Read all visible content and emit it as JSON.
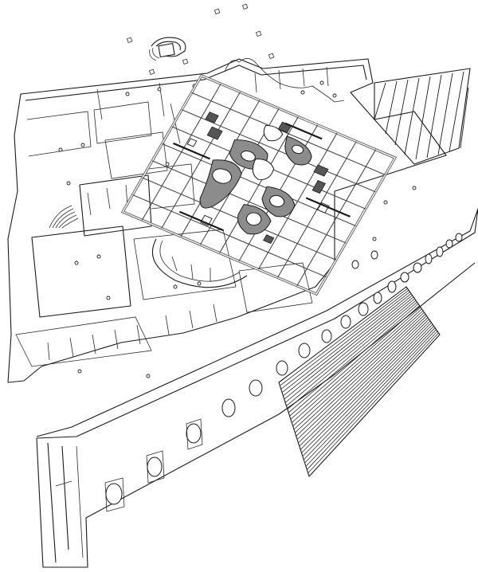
{
  "diagram": {
    "background": "#ffffff",
    "line_color": "#1a1a1a",
    "fill_color": "#8c8c8c",
    "overlay_grid": {
      "rows": 8,
      "cols": 10
    },
    "arcade_piers": 20,
    "staircase_steps": 28
  }
}
